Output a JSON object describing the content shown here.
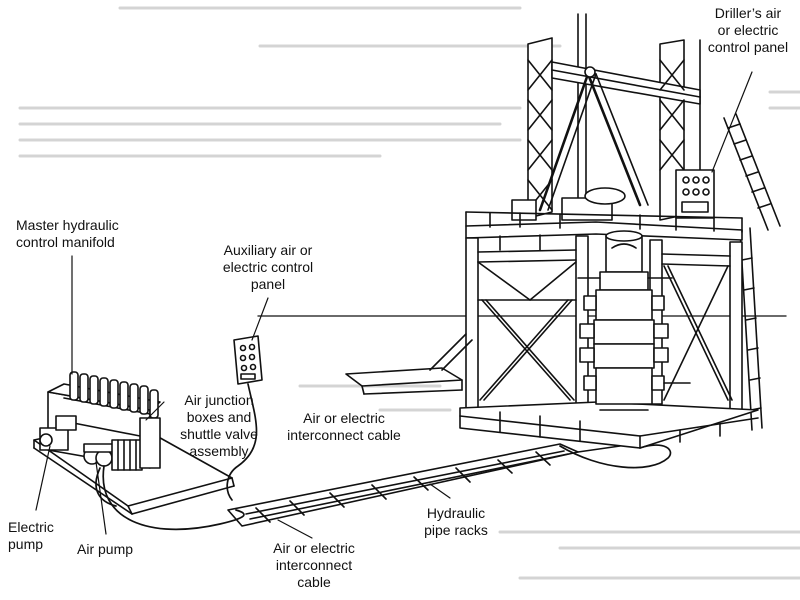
{
  "colors": {
    "ink": "#111111",
    "paper": "#ffffff",
    "shade": "#bcbcbc",
    "bg_text": "#d4d4d4"
  },
  "labels": {
    "drillers_panel": "Driller’s air\nor electric\ncontrol panel",
    "master_manifold": "Master hydraulic\ncontrol manifold",
    "auxiliary_panel": "Auxiliary air or\nelectric control\npanel",
    "junction_boxes": "Air junction\nboxes and\nshuttle valve\nassembly",
    "interconnect_cable_upper": "Air or electric\ninterconnect cable",
    "hydraulic_pipe_racks": "Hydraulic\npipe racks",
    "electric_pump": "Electric\npump",
    "air_pump": "Air pump",
    "interconnect_cable_lower": "Air or electric\ninterconnect\ncable"
  }
}
